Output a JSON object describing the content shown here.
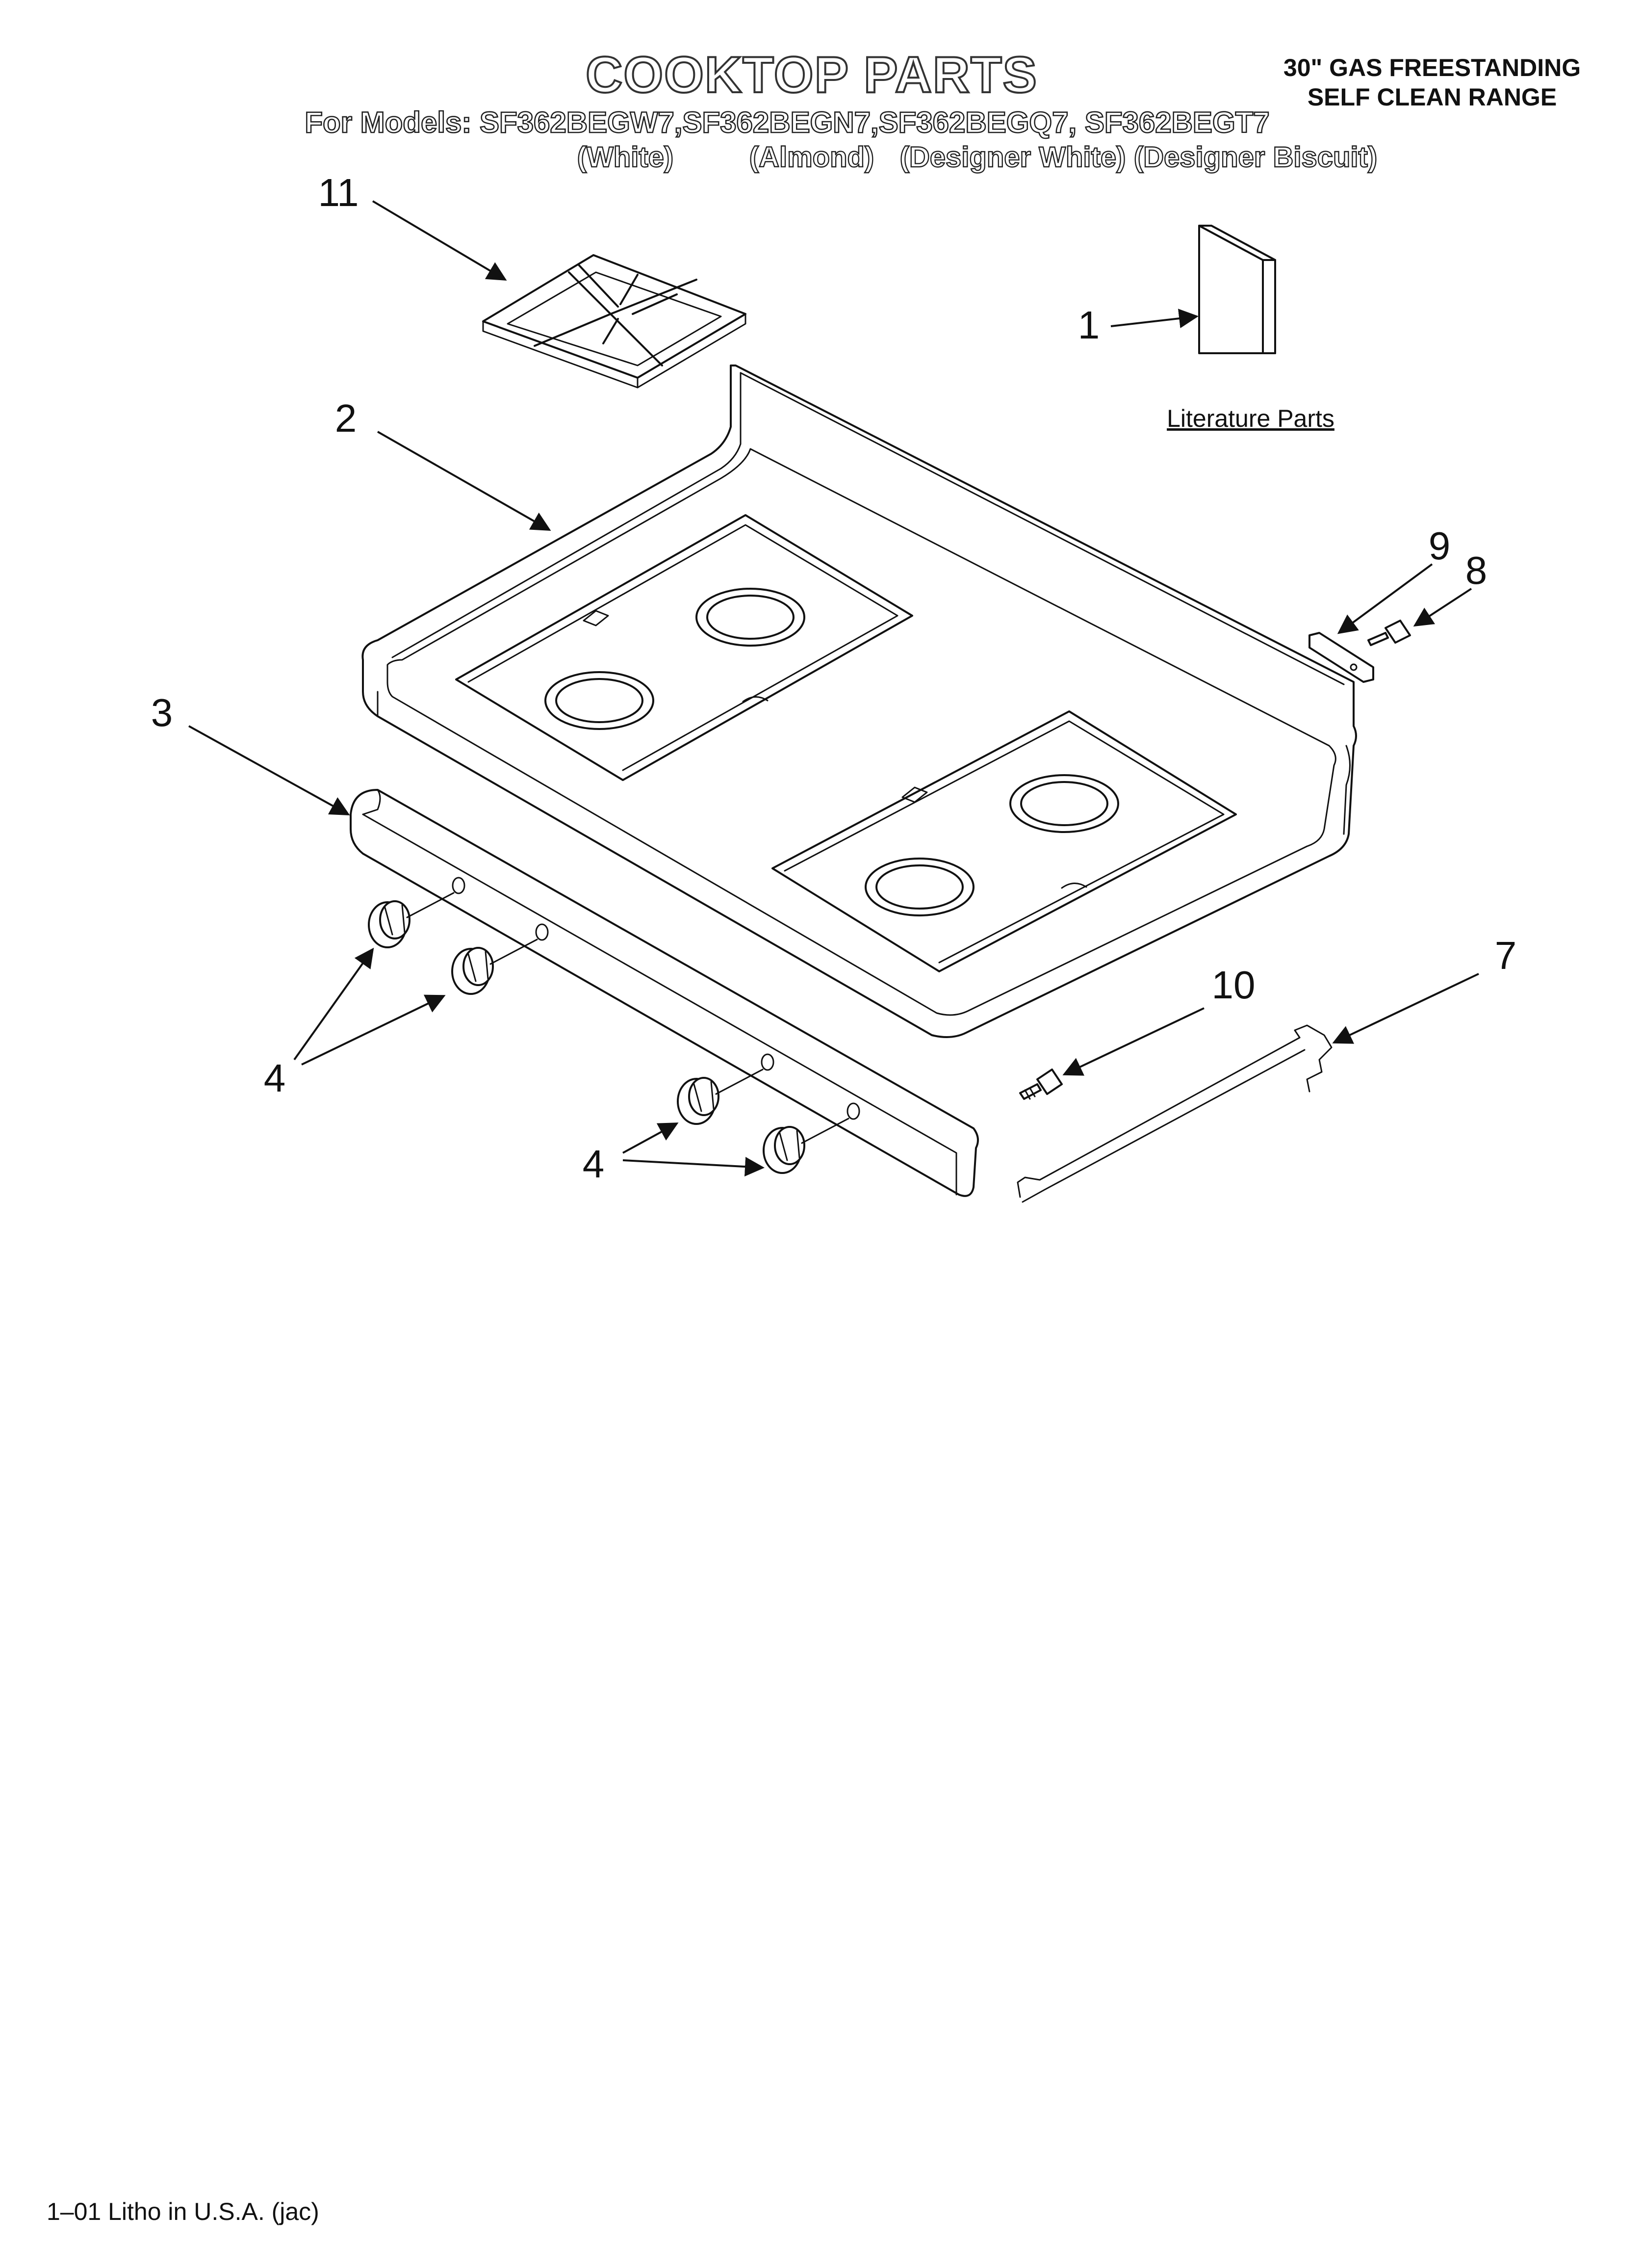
{
  "header": {
    "title": "COOKTOP PARTS",
    "models_line": "For Models: SF362BEGW7,SF362BEGN7,SF362BEGQ7, SF362BEGT7",
    "colors": [
      "(White)",
      "(Almond)",
      "(Designer White)",
      "(Designer Biscuit)"
    ],
    "range_line1": "30\" GAS FREESTANDING",
    "range_line2": "SELF CLEAN RANGE"
  },
  "callouts": {
    "c1": "1",
    "c2": "2",
    "c3": "3",
    "c4a": "4",
    "c4b": "4",
    "c7": "7",
    "c8": "8",
    "c9": "9",
    "c10": "10",
    "c11": "11"
  },
  "literature_label": "Literature Parts",
  "footer": "1–01 Litho in U.S.A. (jac)"
}
